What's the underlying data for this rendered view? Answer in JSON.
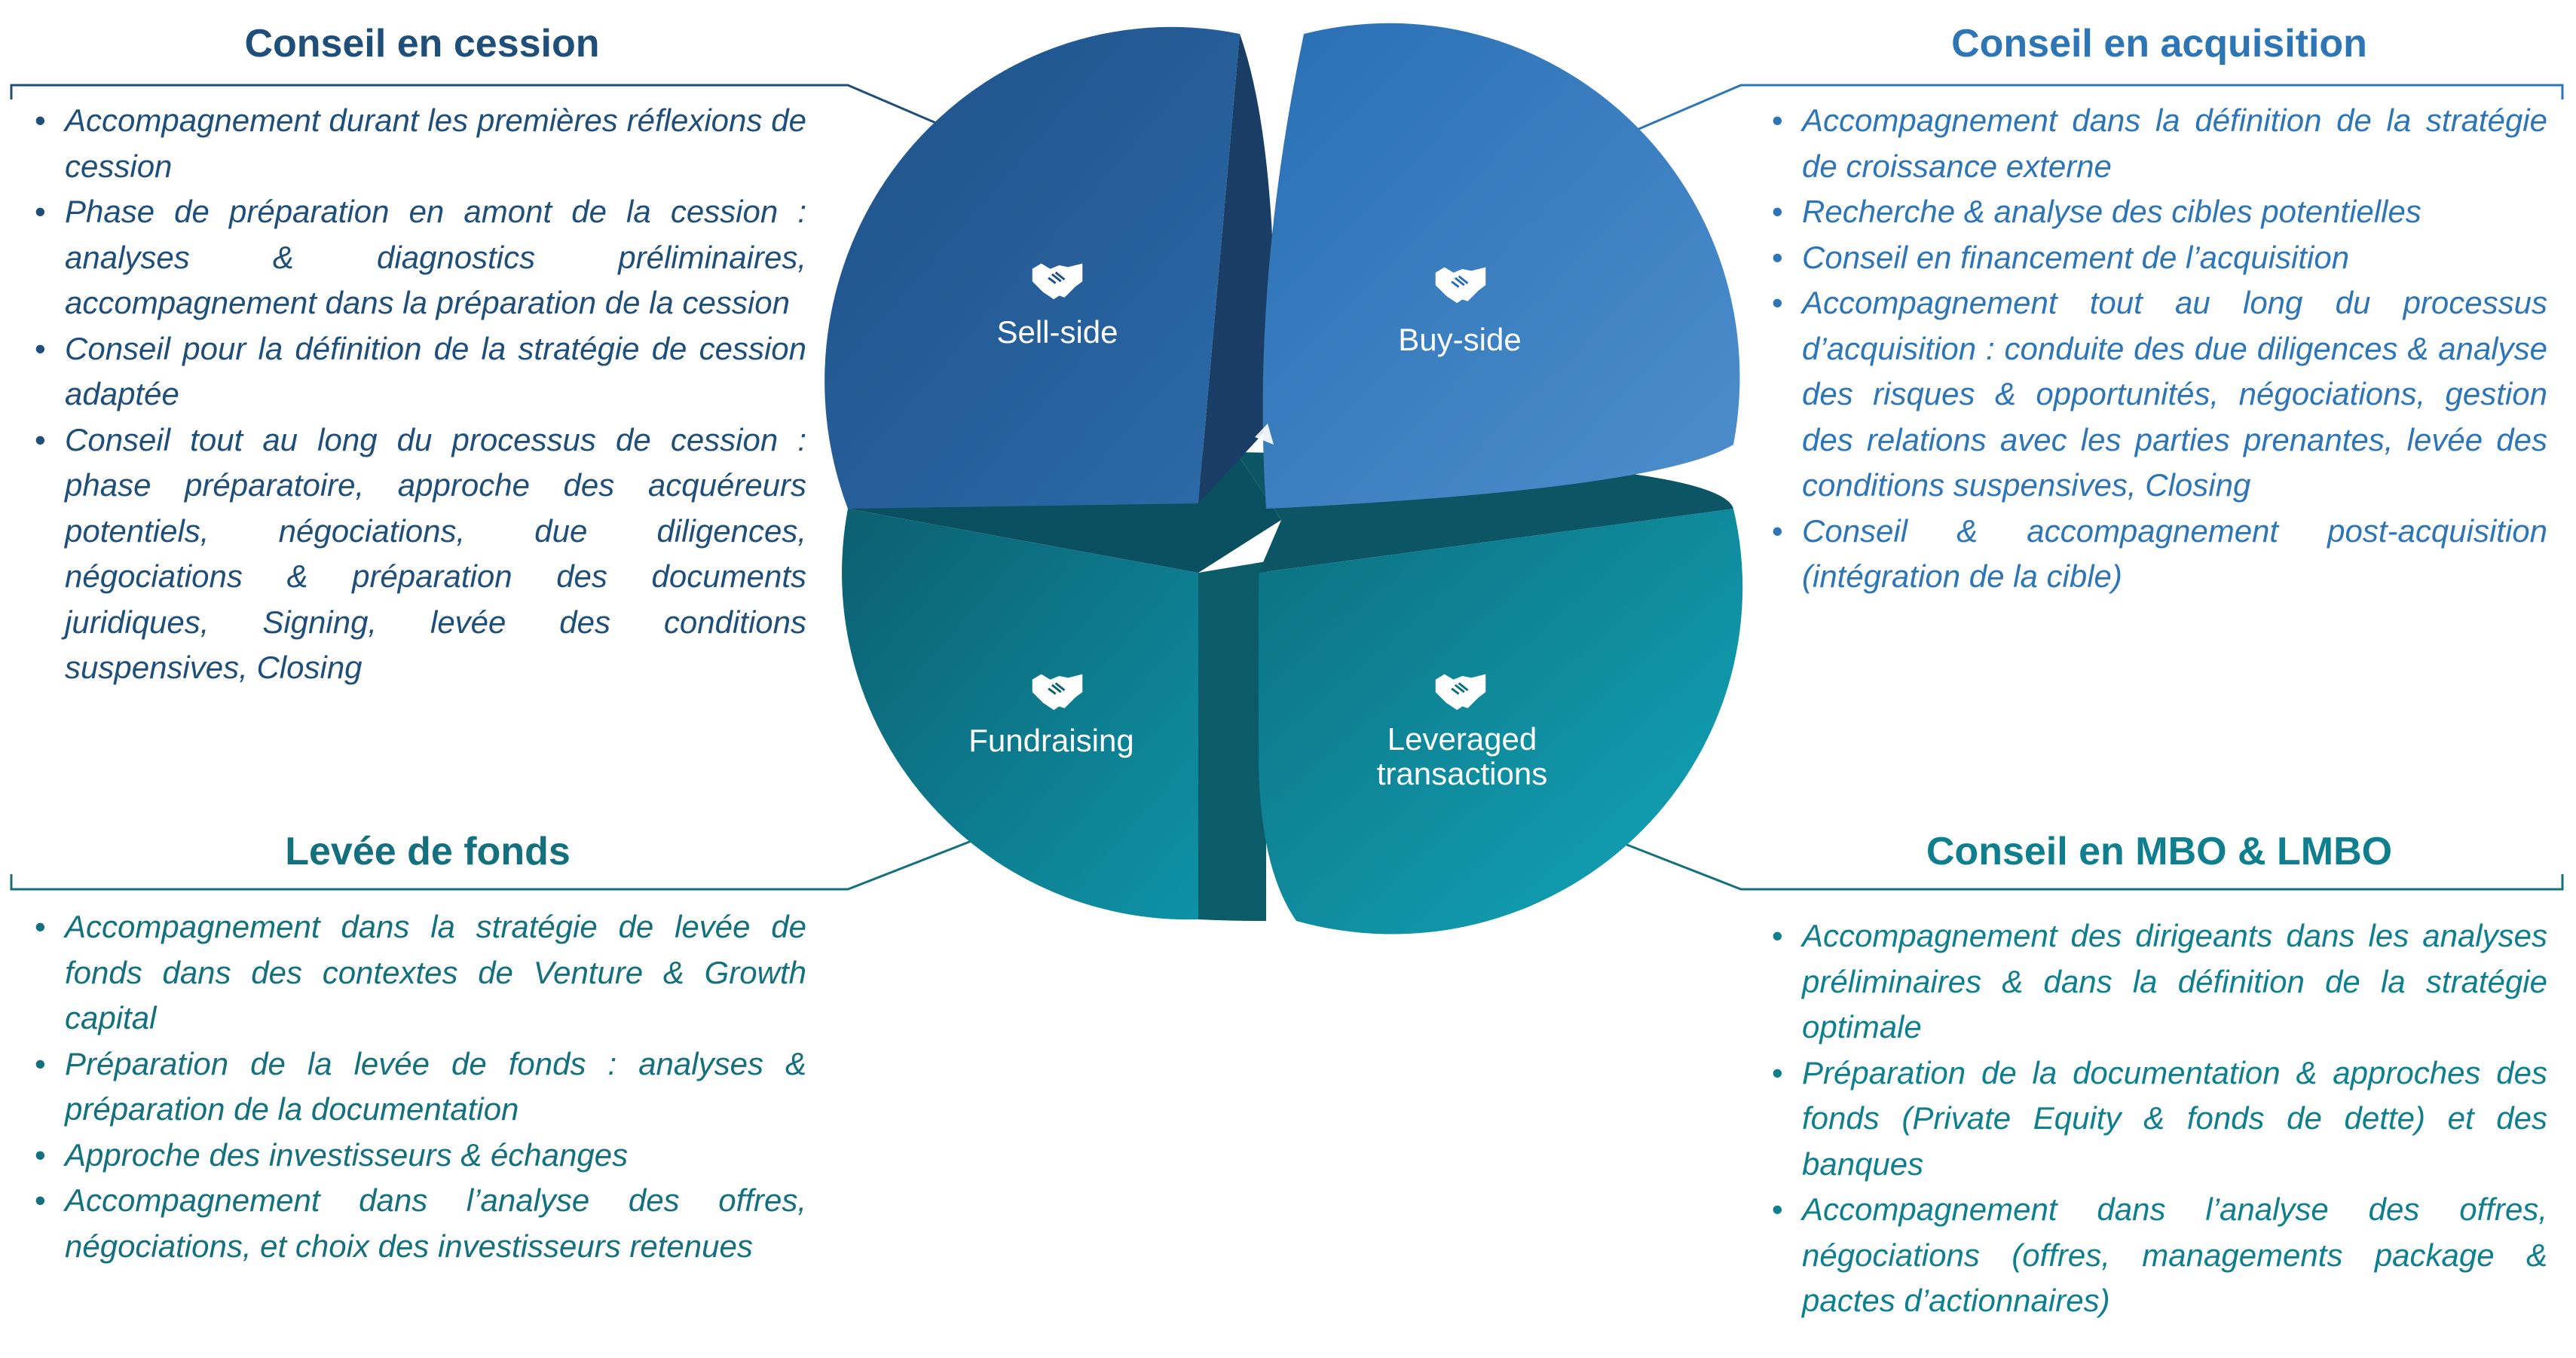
{
  "sections": {
    "cession": {
      "title": "Conseil en cession",
      "items": [
        "Accompagnement durant les premières réflexions de cession",
        "Phase de préparation en amont de la cession : analyses & diagnostics préliminaires, accompagnement dans la préparation de la cession",
        "Conseil pour la définition de la stratégie de cession adaptée",
        "Conseil tout au long du processus de cession : phase préparatoire, approche des acquéreurs potentiels, négociations, due diligences, négociations & préparation des documents juridiques, Signing, levée des conditions suspensives, Closing"
      ]
    },
    "acquisition": {
      "title": "Conseil en acquisition",
      "items": [
        "Accompagnement dans la définition de la stratégie de croissance externe",
        "Recherche & analyse des cibles potentielles",
        "Conseil en financement de l’acquisition",
        "Accompagnement tout au long du processus d’acquisition : conduite des due diligences & analyse des risques & opportunités, négociations, gestion des relations avec les parties prenantes, levée des conditions suspensives, Closing",
        "Conseil & accompagnement post-acquisition (intégration de la cible)"
      ]
    },
    "fonds": {
      "title": "Levée de fonds",
      "items": [
        "Accompagnement dans la stratégie de levée de fonds dans des contextes de Venture & Growth capital",
        "Préparation de la levée de fonds : analyses & préparation de la documentation",
        "Approche des investisseurs & échanges",
        "Accompagnement dans l’analyse des offres, négociations, et choix des investisseurs retenues"
      ]
    },
    "mbo": {
      "title": "Conseil en MBO & LMBO",
      "items": [
        "Accompagnement des dirigeants dans les analyses préliminaires & dans la définition de la stratégie optimale",
        "Préparation de la documentation & approches des fonds (Private Equity & fonds de dette) et des banques",
        "Accompagnement dans l’analyse des offres, négociations (offres, managements package & pactes d’actionnaires)"
      ]
    }
  },
  "quadrants": {
    "sell": {
      "label": "Sell-side",
      "icon": "handshake-icon"
    },
    "buy": {
      "label": "Buy-side",
      "icon": "handshake-icon"
    },
    "fund": {
      "label": "Fundraising",
      "icon": "handshake-icon"
    },
    "lev": {
      "label": "Leveraged transactions",
      "icon": "handshake-icon"
    }
  },
  "colors": {
    "dark_blue": "#1f4e79",
    "light_blue": "#2e75b6",
    "teal": "#15707d",
    "teal_light": "#0f7f8e"
  }
}
